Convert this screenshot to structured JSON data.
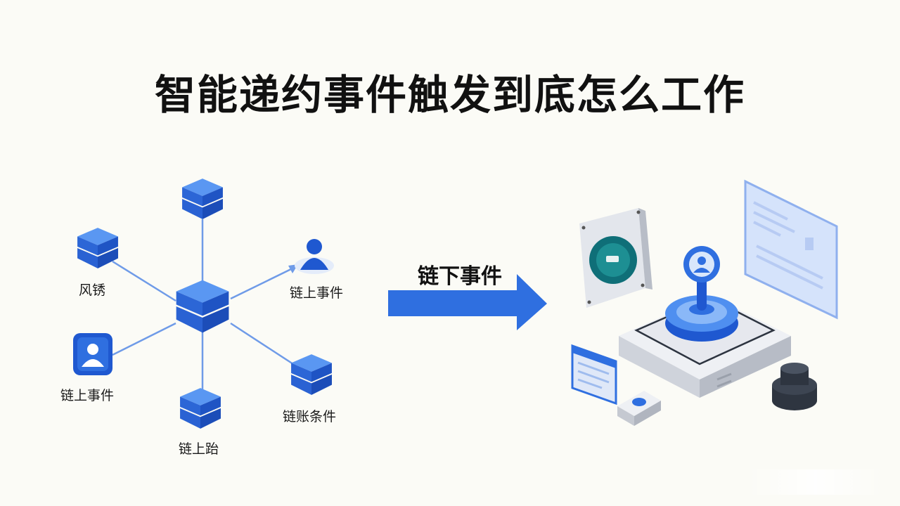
{
  "title": "智能递约事件触发到底怎么工作",
  "network": {
    "labels": {
      "top_left": "风锈",
      "right": "链上事件",
      "left": "链上事件",
      "bottom_right": "链账条件",
      "bottom": "链上跆"
    }
  },
  "flow": {
    "arrow_label": "链下事件"
  },
  "colors": {
    "primary_blue": "#2f6fe0",
    "cube_top": "#4f8ff0",
    "cube_side": "#1f54c4",
    "line": "#6f9be8",
    "dark_cylinder": "#2e3540"
  }
}
